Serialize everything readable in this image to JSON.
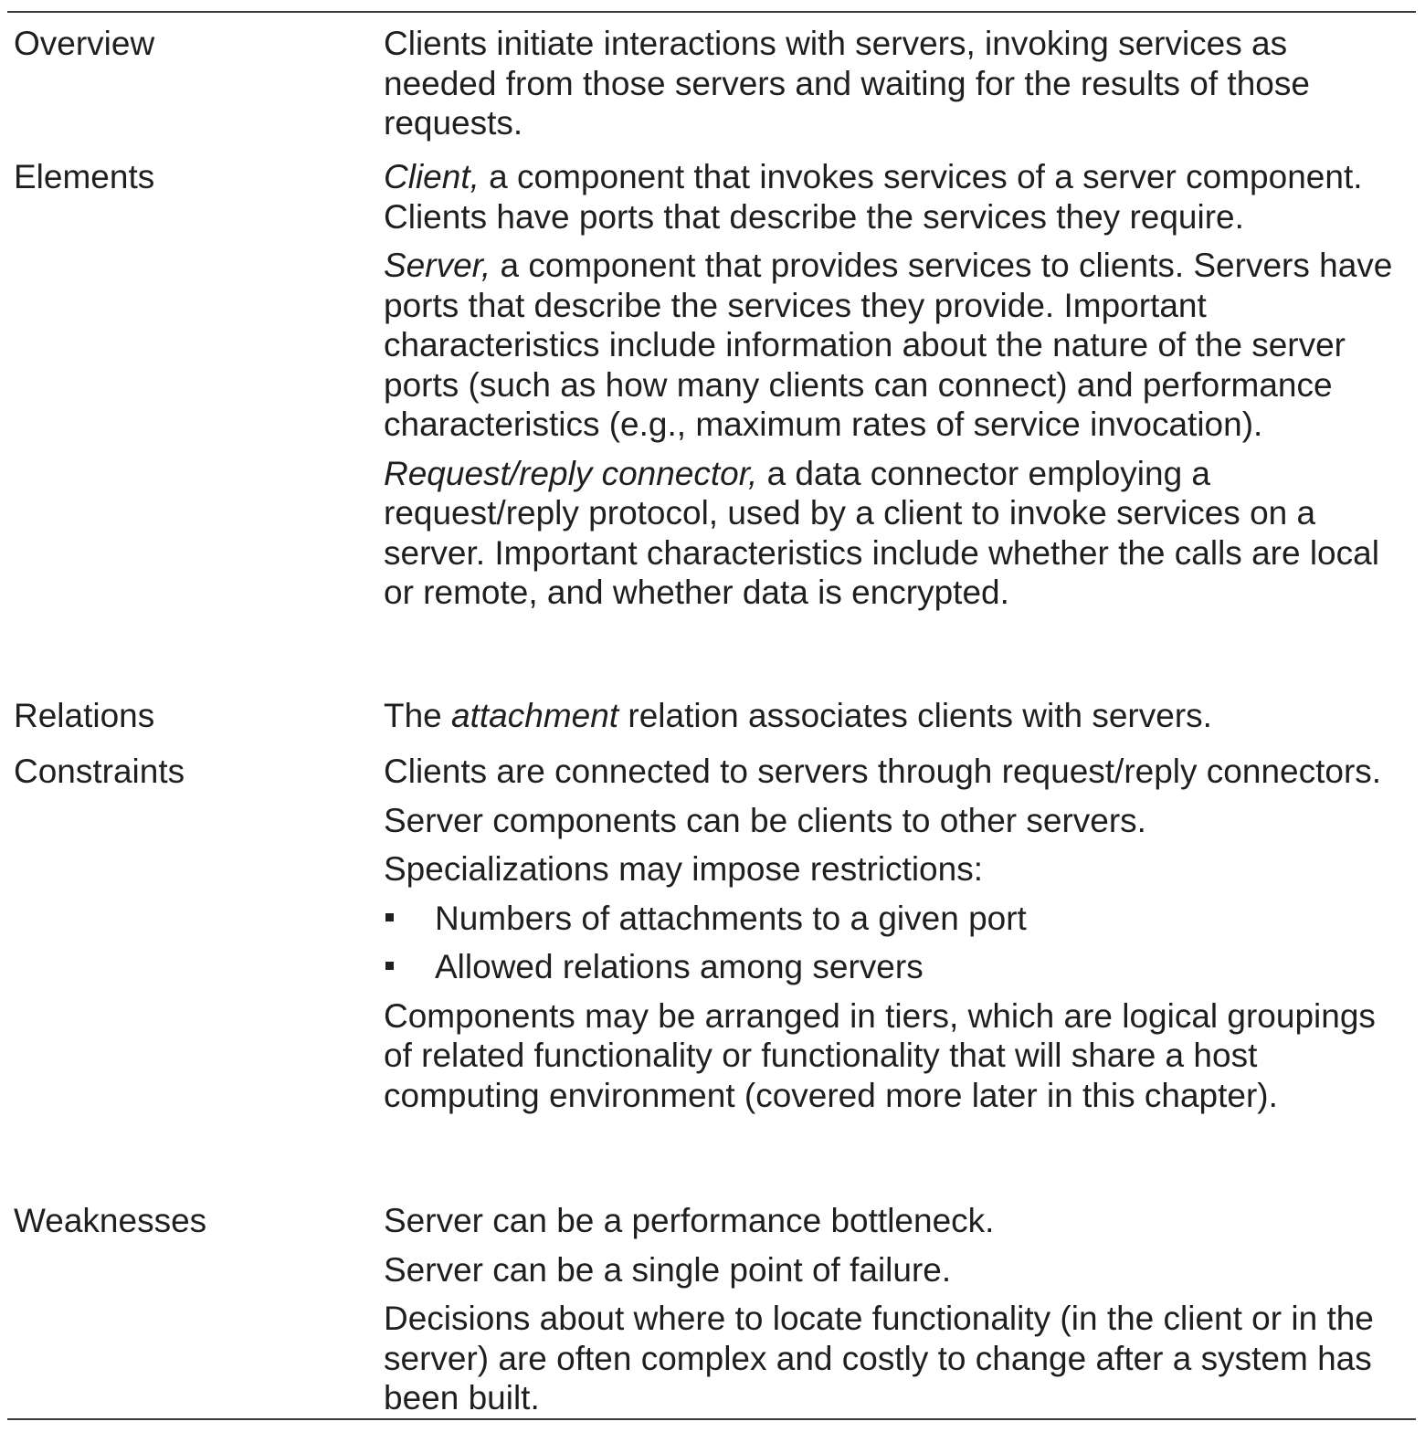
{
  "rows": [
    {
      "label": "Overview",
      "paragraphs": [
        {
          "text": "Clients initiate interactions with servers, invoking services as needed from those servers and waiting for the results of those requests."
        }
      ]
    },
    {
      "label": "Elements",
      "paragraphs": [
        {
          "term": "Client,",
          "text": " a component that invokes services of a server component. Clients have ports that describe the services they require."
        },
        {
          "term": "Server,",
          "text": " a component that provides services to clients. Servers have ports that describe the services they provide. Important characteristics include information about the nature of the server ports (such as how many clients can connect) and performance characteristics (e.g., maximum rates of service invocation)."
        },
        {
          "term": "Request/reply connector,",
          "text": " a data connector employing a request/reply protocol, used by a client to invoke services on a server. Important characteristics include whether the calls are local or remote, and whether data is encrypted."
        }
      ]
    },
    {
      "label": "Relations",
      "paragraphs": [
        {
          "pre": "The ",
          "term": "attachment",
          "post": " relation associates clients with servers."
        }
      ]
    },
    {
      "label": "Constraints",
      "paragraphs": [
        {
          "text": "Clients are connected to servers through request/reply connectors."
        },
        {
          "text": "Server components can be clients to other servers."
        },
        {
          "text": "Specializations may impose restrictions:"
        }
      ],
      "bullets": [
        "Numbers of attachments to a given port",
        "Allowed relations among servers"
      ],
      "closing": "Components may be arranged in tiers, which are logical groupings of related functionality or functionality that will share a host computing environment (covered more later in this chapter)."
    },
    {
      "label": "Weaknesses",
      "paragraphs": [
        {
          "text": "Server can be a performance bottleneck."
        },
        {
          "text": "Server can be a single point of failure."
        },
        {
          "text": "Decisions about where to locate functionality (in the client or in the server) are often complex and costly to change after a system has been built."
        }
      ]
    }
  ]
}
